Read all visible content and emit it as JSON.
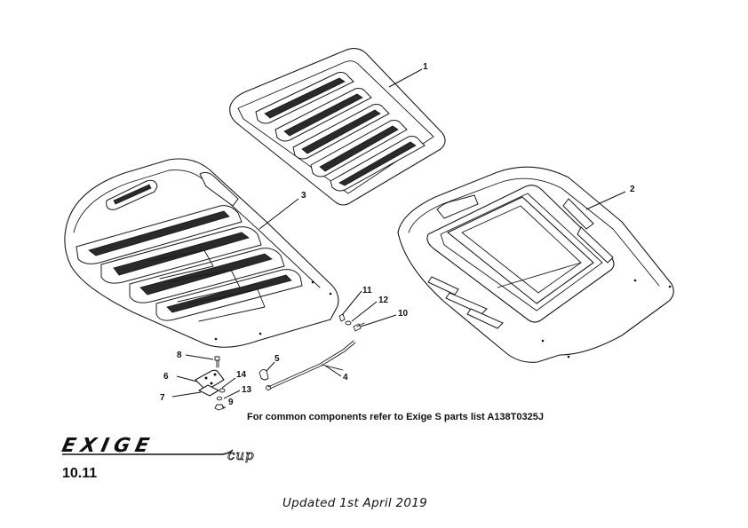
{
  "callouts": [
    "1",
    "2",
    "3",
    "4",
    "5",
    "6",
    "7",
    "8",
    "9",
    "10",
    "11",
    "12",
    "13",
    "14"
  ],
  "note": "For common components refer to Exige S parts list A138T0325J",
  "logo": {
    "main": "EXIGE",
    "sub": "cup"
  },
  "page_number": "10.11",
  "updated": "Updated 1st April 2019"
}
